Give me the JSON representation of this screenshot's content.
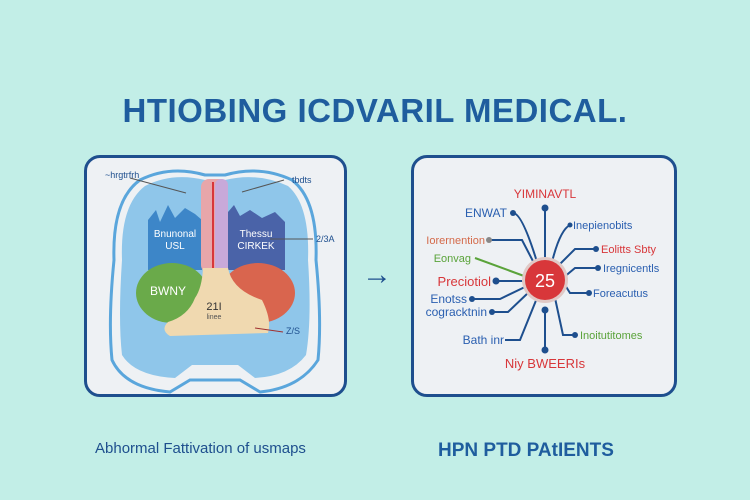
{
  "title": "HTIOBING ICDVARIL MEDICAL.",
  "left_panel": {
    "labels": {
      "top_left": "~hrgtrfrh",
      "top_right": "tbdts",
      "left_lobe_1": "Bnunonal",
      "left_lobe_2": "USL",
      "right_lobe_1": "Thessu",
      "right_lobe_2": "CIRKEK",
      "right_callout": "2/3A",
      "green": "BWNY",
      "center_1": "21I",
      "center_2": "linee",
      "bottom_right": "Z/S"
    },
    "caption": "Abhormal Fattivation of usmaps"
  },
  "right_panel": {
    "center_value": "25",
    "labels": {
      "top": "YIMINAVTL",
      "bottom": "Niy BWEERIs",
      "l1": "ENWAT",
      "l2": "Iorernention",
      "l3": "Eonvag",
      "l4": "Preciotiol",
      "l5": "Enotss",
      "l6": "cogracktnin",
      "l7": "Bath inr",
      "r1": "Inepienobits",
      "r2": "Eolitts Sbty",
      "r3": "Iregnicentls",
      "r4": "Foreacutus",
      "r5": "Inoitutitomes"
    },
    "caption": "HPN PTD PAtIENTS"
  },
  "arrow": "→",
  "colors": {
    "background": "#c2eee7",
    "primary": "#1f5d9e",
    "red": "#d8373a",
    "green": "#5aa33a"
  }
}
